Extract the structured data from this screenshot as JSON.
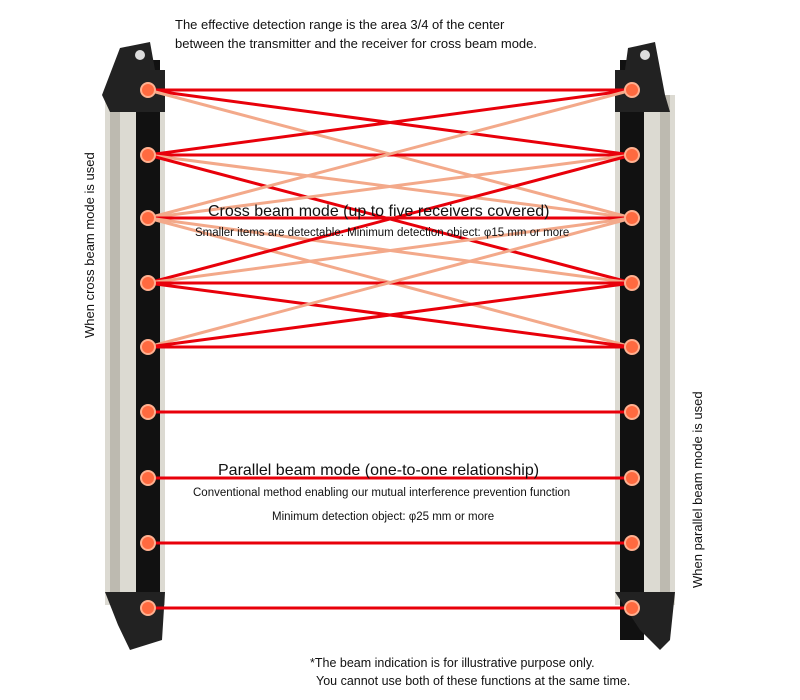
{
  "top_note": [
    "The effective detection range is the area 3/4 of the center",
    "between the transmitter and the receiver for cross beam mode."
  ],
  "left_label": "When cross beam mode is used",
  "right_label": "When parallel beam mode is used",
  "cross": {
    "title": "Cross beam mode (up to five receivers covered)",
    "subtitle": "Smaller items are detectable. Minimum detection object: φ15 mm or more"
  },
  "parallel": {
    "title": "Parallel beam mode (one-to-one relationship)",
    "subtitle": "Conventional method enabling our mutual interference prevention function",
    "min_object": "Minimum detection object: φ25 mm or more"
  },
  "footnote": [
    "*The beam indication is for illustrative purpose only.",
    "You cannot use both of these functions at the same time."
  ],
  "colors": {
    "beam": "#e8000a",
    "beam_faded": "#f3a98a",
    "led": "#ff6a40"
  },
  "cross_led_count": 5,
  "parallel_led_count": 4
}
